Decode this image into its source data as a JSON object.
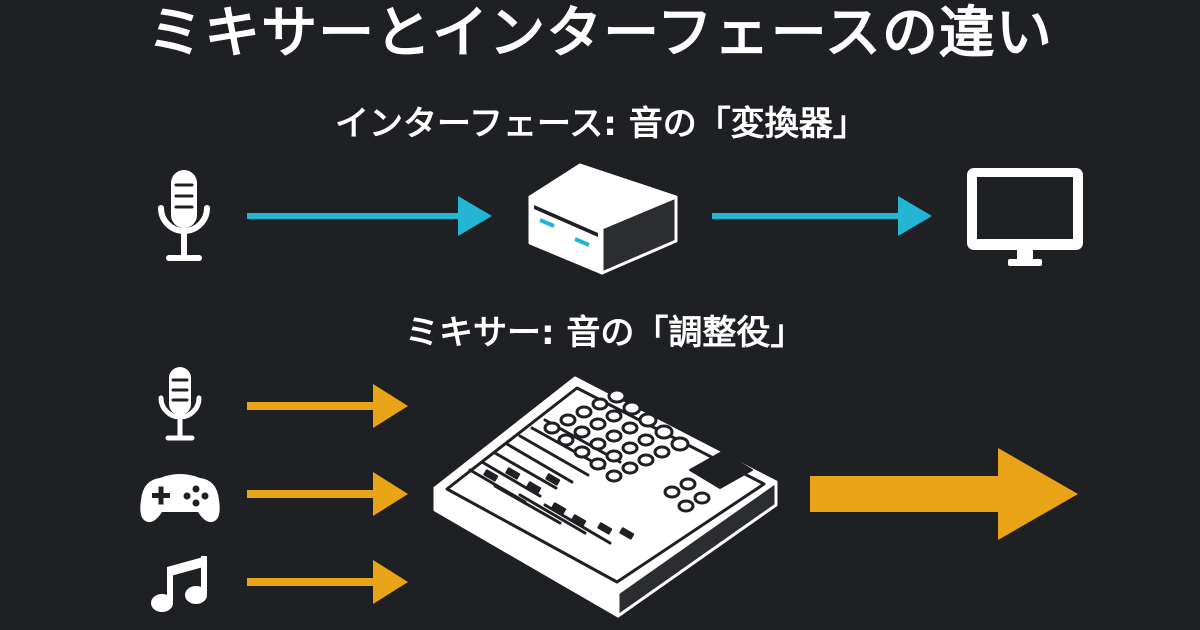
{
  "title": "ミキサーとインターフェースの違い",
  "interface_section": {
    "label": "インターフェース: 音の「変換器」",
    "flow_icons": [
      "microphone-icon",
      "audio-interface-icon",
      "computer-monitor-icon"
    ]
  },
  "mixer_section": {
    "label": "ミキサー: 音の「調整役」",
    "input_icons": [
      "microphone-icon",
      "game-controller-icon",
      "music-note-icon"
    ],
    "device_icon": "audio-mixer-icon"
  },
  "colors": {
    "background": "#1f2023",
    "interface_arrow": "#22b6d4",
    "mixer_arrow": "#e8a317",
    "icon": "#ffffff",
    "text": "#ffffff"
  }
}
